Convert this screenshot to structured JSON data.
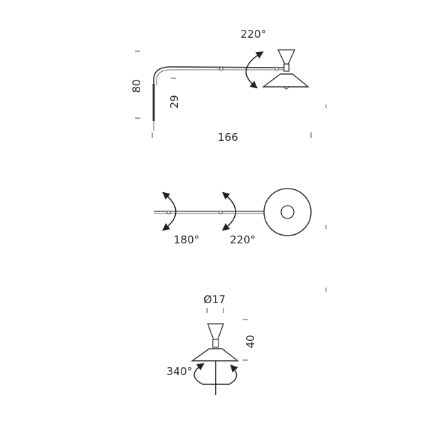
{
  "side_view": {
    "rotation_label": "220°",
    "height_label": "80",
    "mount_height_label": "29",
    "width_label": "166"
  },
  "top_view": {
    "rotation_left_label": "180°",
    "rotation_right_label": "220°"
  },
  "front_view": {
    "diameter_label": "Ø17",
    "height_label": "40",
    "rotation_label": "340°"
  }
}
